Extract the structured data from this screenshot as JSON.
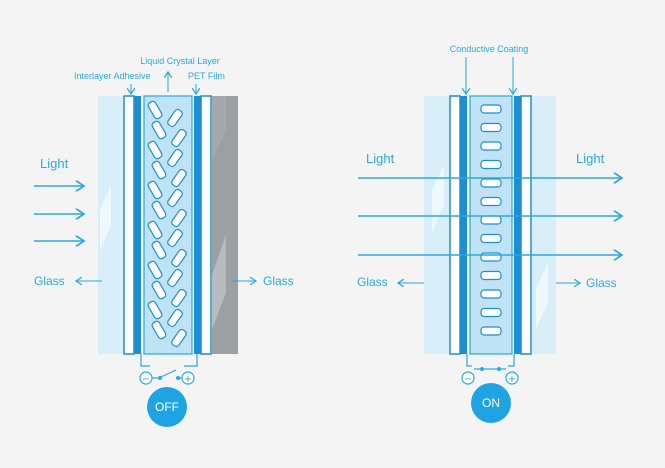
{
  "off_panel": {
    "label_interlayer": "Interlayer Adhesive",
    "label_liquid_crystal": "Liquid Crystal Layer",
    "label_pet": "PET Film",
    "label_light": "Light",
    "label_glass_left": "Glass",
    "label_glass_right": "Glass",
    "state_label": "OFF",
    "minus": "−",
    "plus": "+"
  },
  "on_panel": {
    "label_conductive": "Conductive Coating",
    "label_light_left": "Light",
    "label_light_right": "Light",
    "label_glass_left": "Glass",
    "label_glass_right": "Glass",
    "state_label": "ON",
    "minus": "−",
    "plus": "+"
  },
  "colors": {
    "accent": "#29a9e1",
    "dark_blue": "#1b8fd0",
    "pale_glass": "#d3ecf8",
    "gray_panel": "#9ea4a8"
  },
  "icons": {
    "off_switch": "open-switch-icon",
    "on_switch": "closed-switch-icon"
  }
}
